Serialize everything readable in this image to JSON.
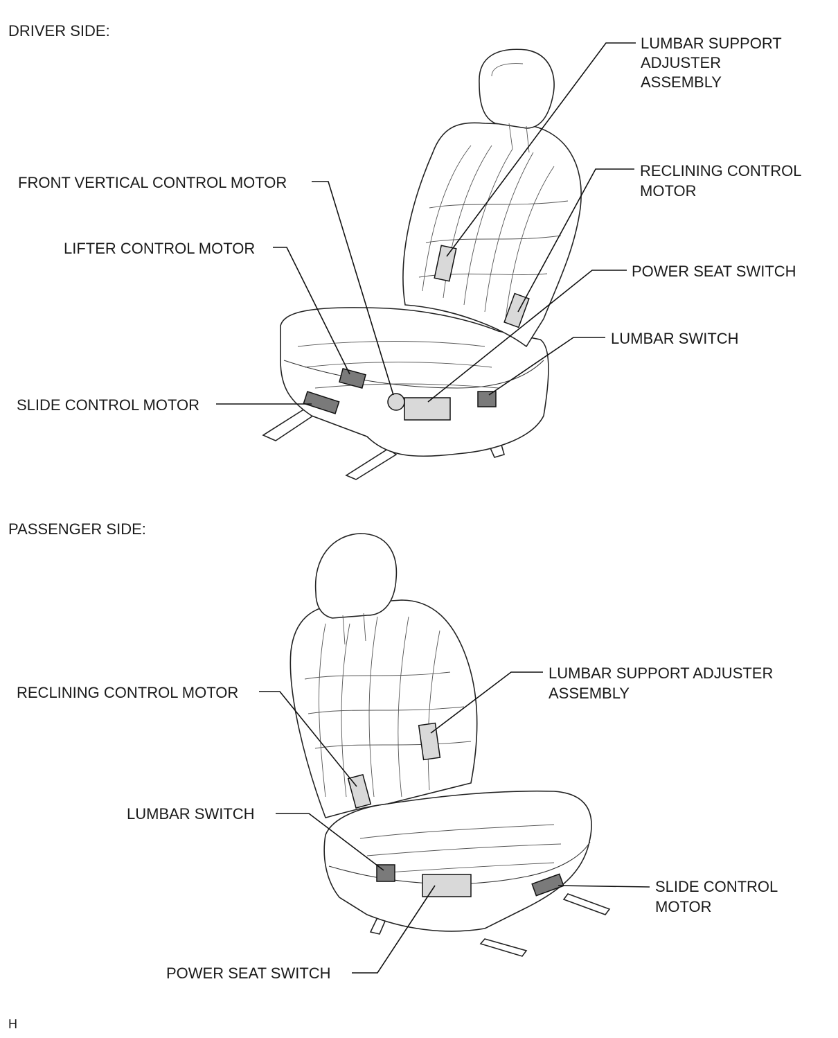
{
  "driver_side": {
    "heading": "DRIVER SIDE:",
    "labels": {
      "lumbar_support_adjuster": [
        "LUMBAR SUPPORT",
        "ADJUSTER",
        "ASSEMBLY"
      ],
      "reclining_control_motor": [
        "RECLINING CONTROL",
        "MOTOR"
      ],
      "front_vertical_control_motor": [
        "FRONT VERTICAL CONTROL MOTOR"
      ],
      "lifter_control_motor": [
        "LIFTER CONTROL MOTOR"
      ],
      "power_seat_switch": [
        "POWER SEAT SWITCH"
      ],
      "lumbar_switch": [
        "LUMBAR SWITCH"
      ],
      "slide_control_motor": [
        "SLIDE CONTROL MOTOR"
      ]
    }
  },
  "passenger_side": {
    "heading": "PASSENGER SIDE:",
    "labels": {
      "lumbar_support_adjuster": [
        "LUMBAR SUPPORT ADJUSTER",
        "ASSEMBLY"
      ],
      "reclining_control_motor": [
        "RECLINING CONTROL MOTOR"
      ],
      "lumbar_switch": [
        "LUMBAR SWITCH"
      ],
      "slide_control_motor": [
        "SLIDE CONTROL",
        "MOTOR"
      ],
      "power_seat_switch": [
        "POWER SEAT SWITCH"
      ]
    }
  },
  "footer_mark": "H"
}
